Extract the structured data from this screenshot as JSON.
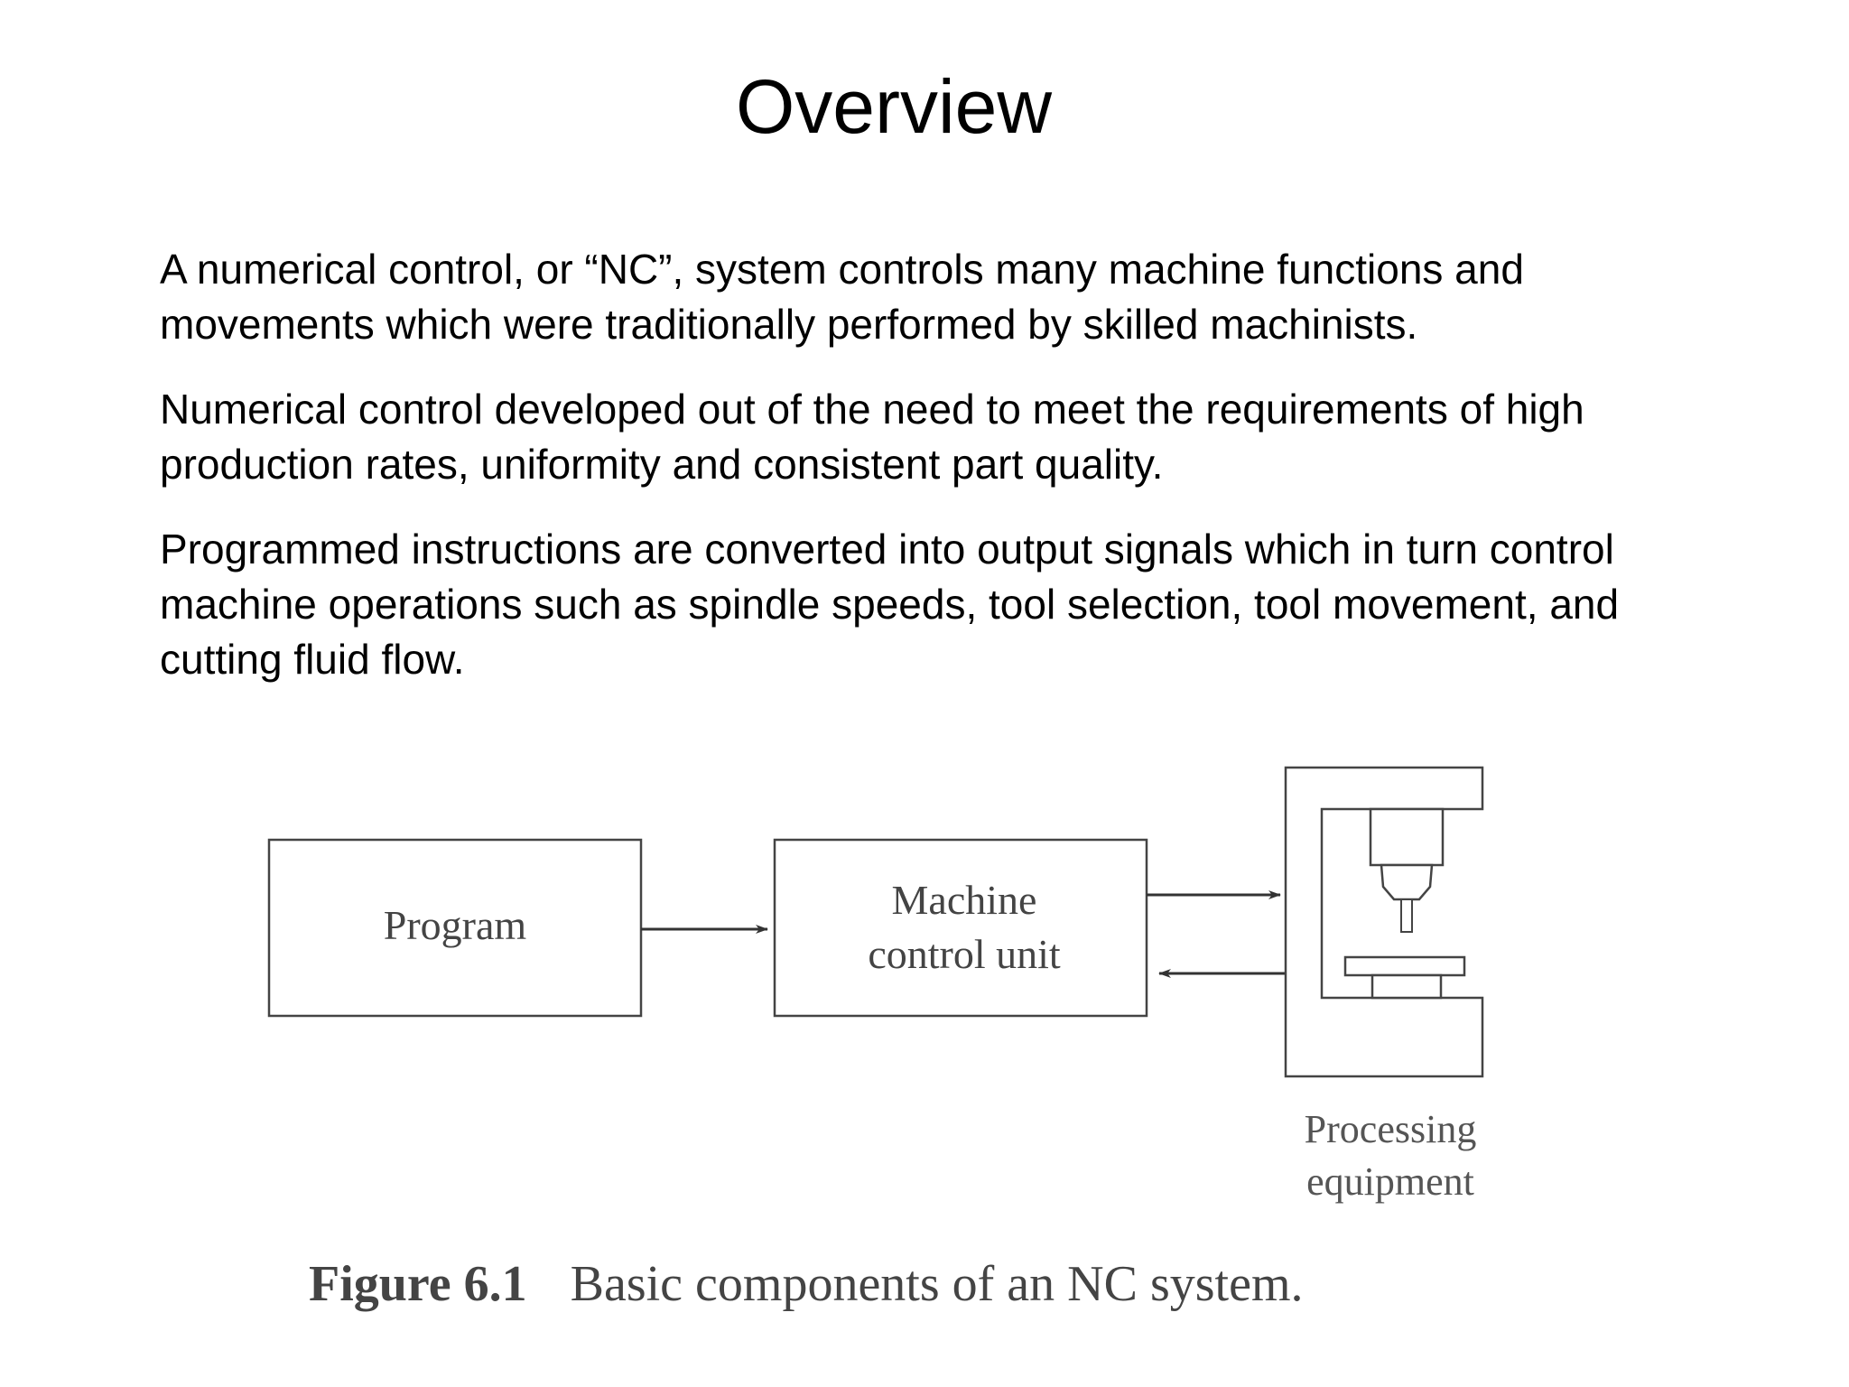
{
  "slide": {
    "title": "Overview",
    "paragraphs": [
      "A numerical control, or “NC”, system controls many machine functions and movements which were traditionally performed by skilled machinists.",
      "Numerical control developed out of the need to meet the requirements of high production rates, uniformity and consistent part quality.",
      "Programmed instructions are converted into output signals which in turn control machine operations such as spindle speeds, tool selection, tool movement, and cutting fluid flow."
    ]
  },
  "figure": {
    "boxes": {
      "program": "Program",
      "mcu_line1": "Machine",
      "mcu_line2": "control unit"
    },
    "equipment_label_line1": "Processing",
    "equipment_label_line2": "equipment",
    "caption_number": "Figure 6.1",
    "caption_text": "Basic components of an NC system."
  }
}
